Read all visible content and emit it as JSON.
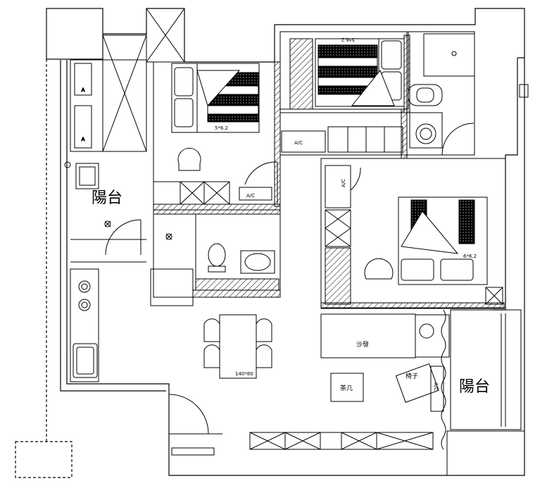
{
  "plan": {
    "balcony_left": "陽台",
    "balcony_right": "陽台",
    "sofa": "沙發",
    "coffee_table": "茶几",
    "chair": "椅子",
    "dining_table_size": "140*80",
    "bed_size_1": "5*6.2",
    "bed_size_2": "5*6.2",
    "bed_size_3": "6*6.2",
    "ac_label": "A/C",
    "ac_label_2": "A/C",
    "ac_label_3": "A/C",
    "tv_label": "A/C"
  }
}
